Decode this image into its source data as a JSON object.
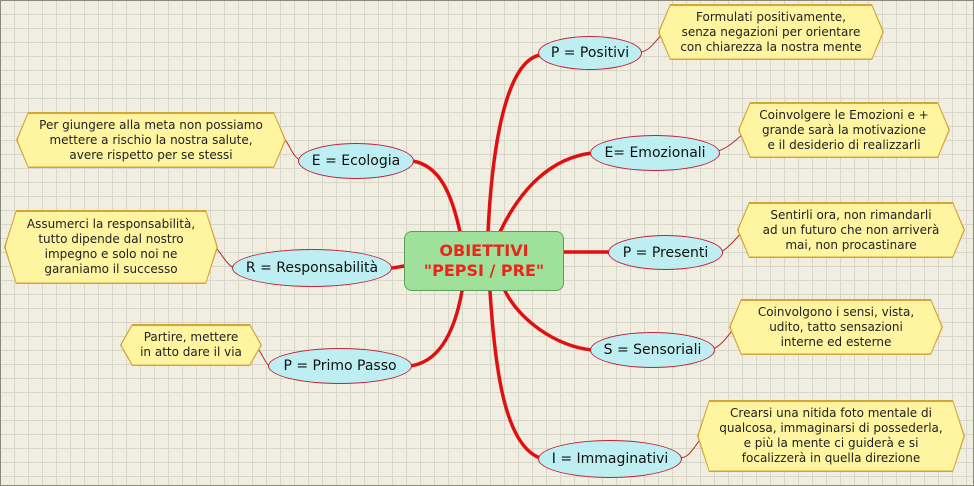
{
  "center": {
    "line1": "OBIETTIVI",
    "line2": "\"PEPSI / PRE\""
  },
  "nodes": {
    "positivi": "P = Positivi",
    "emozionali": "E= Emozionali",
    "presenti": "P = Presenti",
    "sensoriali": "S = Sensoriali",
    "immaginativi": "I = Immaginativi",
    "ecologia": "E = Ecologia",
    "responsabilita": "R = Responsabilità",
    "primo_passo": "P = Primo Passo"
  },
  "notes": {
    "positivi": [
      "Formulati positivamente,",
      "senza negazioni per orientare",
      "con chiarezza la nostra mente"
    ],
    "emozionali": [
      "Coinvolgere le Emozioni e +",
      "grande sarà la motivazione",
      "e il desiderio di realizzarli"
    ],
    "presenti": [
      "Sentirli ora, non rimandarli",
      "ad un futuro che non arriverà",
      "mai, non procastinare"
    ],
    "sensoriali": [
      "Coinvolgono i sensi, vista,",
      "udito, tatto sensazioni",
      "interne ed esterne"
    ],
    "immaginativi": [
      "Crearsi una nitida foto mentale di",
      "qualcosa, immaginarsi di possederla,",
      "e più la mente ci guiderà e si",
      "focalizzerà in quella direzione"
    ],
    "ecologia": [
      "Per giungere alla meta non possiamo",
      "mettere a rischio la nostra salute,",
      "avere rispetto per se stessi"
    ],
    "responsabilita": [
      "Assumerci la responsabilità,",
      "tutto dipende dal nostro",
      "impegno e solo noi ne",
      "garaniamo il successo"
    ],
    "primo_passo": [
      "Partire, mettere",
      "in atto dare il via"
    ]
  },
  "colors": {
    "branch": "#e01010",
    "node_fill": "#bdeff2",
    "note_fill": "#fff5a0",
    "center_fill": "#9fe09a",
    "center_text": "#e8261a"
  }
}
